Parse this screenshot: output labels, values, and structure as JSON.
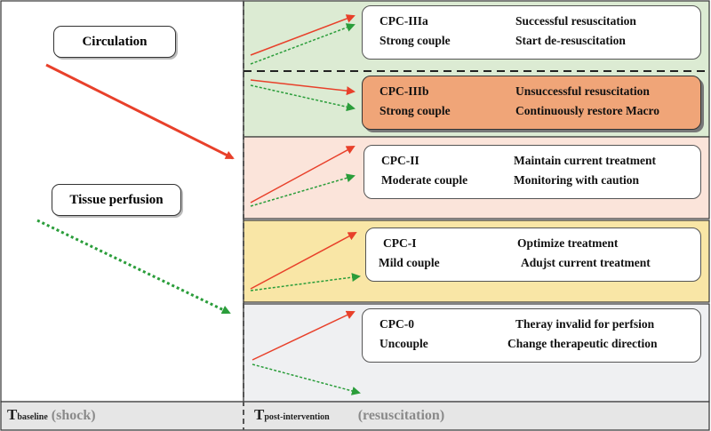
{
  "left_labels": {
    "circulation": "Circulation",
    "tissue_perfusion": "Tissue perfusion"
  },
  "levels": [
    {
      "code": "CPC-IIIa",
      "coupling": "Strong couple",
      "outcome": "Successful resuscitation",
      "action": "Start de-resuscitation",
      "panel_color": "#dcebd3",
      "box_color": "#ffffff"
    },
    {
      "code": "CPC-IIIb",
      "coupling": "Strong couple",
      "outcome": "Unsuccessful resuscitation",
      "action": "Continuously restore Macro",
      "panel_color": "#dcebd3",
      "box_color": "#f0a578"
    },
    {
      "code": "CPC-II",
      "coupling": "Moderate couple",
      "outcome": "Maintain current treatment",
      "action": "Monitoring with caution",
      "panel_color": "#fbe4da",
      "box_color": "#ffffff"
    },
    {
      "code": "CPC-I",
      "coupling": "Mild couple",
      "outcome": "Optimize treatment",
      "action": "Adujst current treatment",
      "panel_color": "#f9e6a6",
      "box_color": "#ffffff"
    },
    {
      "code": "CPC-0",
      "coupling": "Uncouple",
      "outcome": "Theray invalid for perfsion",
      "action": "Change therapeutic direction",
      "panel_color": "#eff0f2",
      "box_color": "#ffffff"
    }
  ],
  "footer": {
    "baseline_t": "T",
    "baseline_sub": "baseline",
    "baseline_state": "(shock)",
    "post_t": "T",
    "post_sub": "post-intervention",
    "post_state": "(resuscitation)"
  },
  "colors": {
    "circulation_arrow": "#e8402a",
    "perfusion_arrow": "#2a9d3a",
    "orange_box": "#f0a578"
  }
}
